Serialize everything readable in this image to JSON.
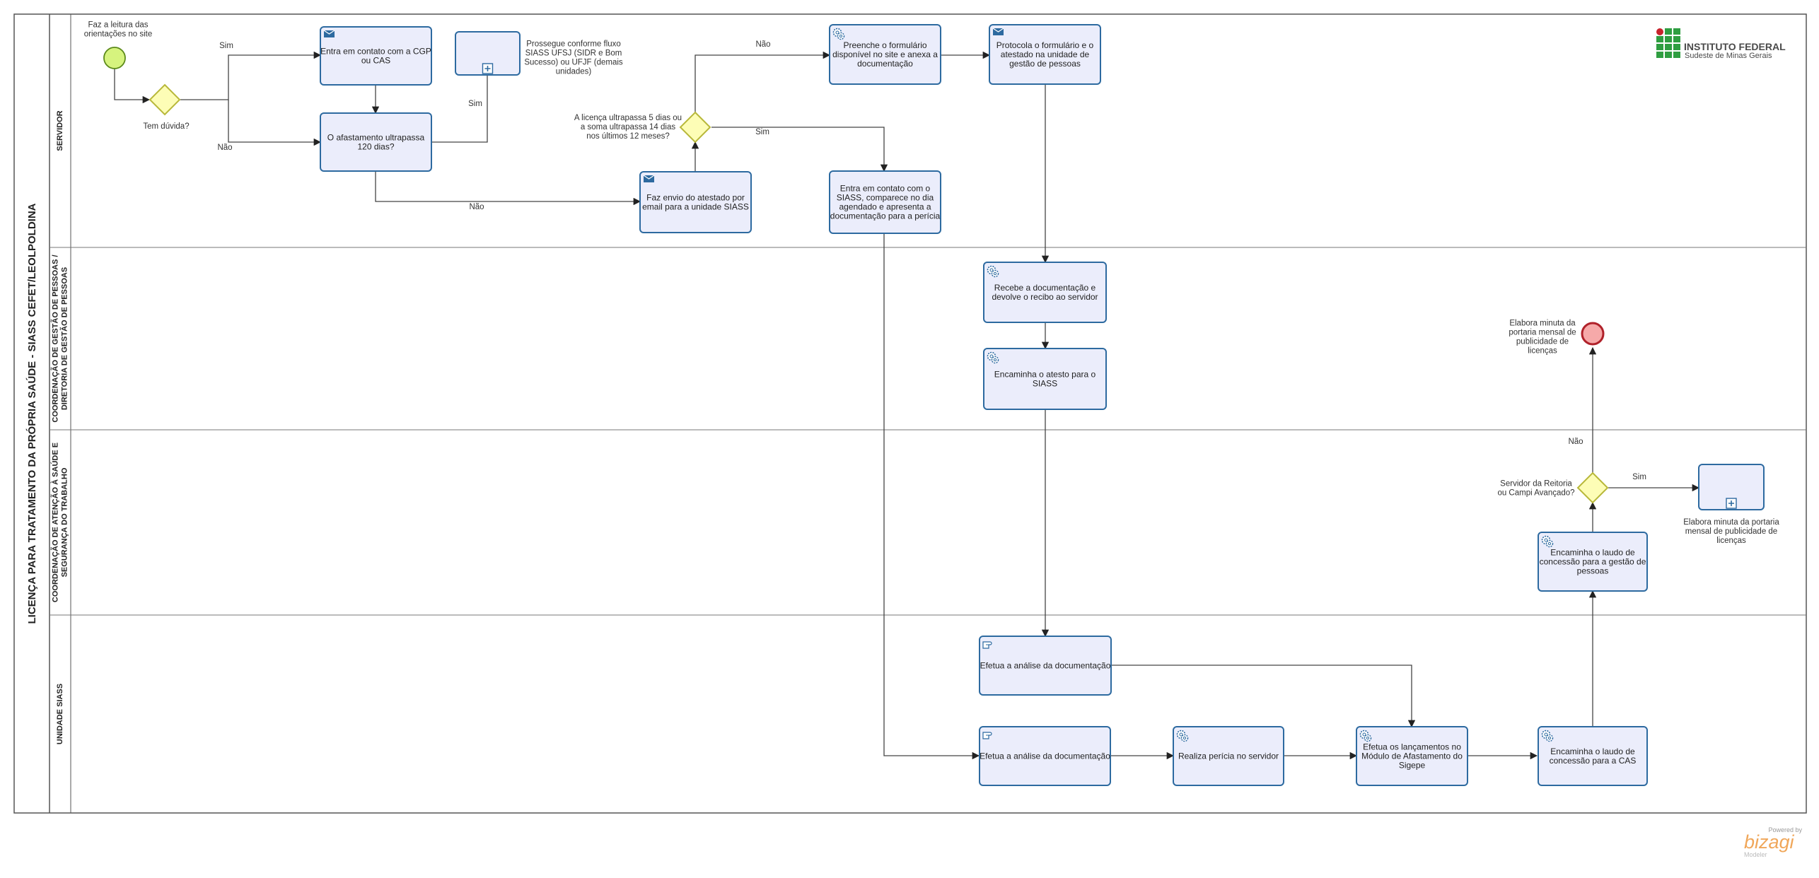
{
  "pool": {
    "title": "LICENÇA PARA TRATAMENTO DA PRÓPRIA SAÚDE - SIASS CEFET/LEOLPOLDINA"
  },
  "lanes": [
    {
      "id": "servidor",
      "lines": [
        "SERVIDOR"
      ]
    },
    {
      "id": "cgp",
      "lines": [
        "COORDENAÇÃO DE GESTÃO DE PESSOAS /",
        "DIRETORIA DE GESTÃO DE PESSOAS"
      ]
    },
    {
      "id": "cast",
      "lines": [
        "COORDENAÇÃO DE ATENÇÃO À SAÚDE E",
        "SEGURANÇA DO TRABALHO"
      ]
    },
    {
      "id": "siass",
      "lines": [
        "UNIDADE SIASS"
      ]
    }
  ],
  "logo": {
    "line1": "INSTITUTO FEDERAL",
    "line2": "Sudeste de Minas Gerais",
    "colors": {
      "red": "#c8232c",
      "green": "#2f9e41"
    }
  },
  "watermark": {
    "powered": "Powered by",
    "brand": "bizagi",
    "product": "Modeler"
  },
  "events": {
    "start": {
      "label": [
        "Faz a leitura das",
        "orientações no site"
      ]
    },
    "end": {
      "label": [
        "Elabora minuta da",
        "portaria mensal de",
        "publicidade de",
        "licenças"
      ]
    }
  },
  "gateways": {
    "g1": {
      "label": [
        "Tem dúvida?"
      ]
    },
    "g2": {
      "label": [
        "A licença ultrapassa 5 dias ou",
        "a soma ultrapassa 14 dias",
        "nos últimos 12 meses?"
      ]
    },
    "g3": {
      "label": [
        "Servidor da Reitoria",
        "ou Campi Avançado?"
      ]
    }
  },
  "tasks": {
    "t_cgp": {
      "type": "send",
      "lines": [
        "Entra em contato com a CGP",
        "ou CAS"
      ]
    },
    "t_120": {
      "type": "none",
      "lines": [
        "O afastamento ultrapassa",
        "120 dias?"
      ]
    },
    "t_sub1": {
      "type": "subprocess",
      "lines": []
    },
    "t_email": {
      "type": "send",
      "lines": [
        "Faz envio do atestado por",
        "email para a unidade SIASS"
      ]
    },
    "t_form": {
      "type": "service",
      "lines": [
        "Preenche o formulário",
        "disponível no site e anexa a",
        "documentação"
      ]
    },
    "t_proto": {
      "type": "send",
      "lines": [
        "Protocola o formulário e o",
        "atestado na unidade de",
        "gestão de pessoas"
      ]
    },
    "t_contato": {
      "type": "none",
      "lines": [
        "Entra em contato com o",
        "SIASS, comparece no dia",
        "agendado e apresenta a",
        "documentação para a perícia"
      ]
    },
    "t_recebe": {
      "type": "service",
      "lines": [
        "Recebe a documentação e",
        "devolve o recibo ao servidor"
      ]
    },
    "t_encam": {
      "type": "service",
      "lines": [
        "Encaminha o atesto para o",
        "SIASS"
      ]
    },
    "t_laudo_gp": {
      "type": "service",
      "lines": [
        "Encaminha o laudo de",
        "concessão para a gestão de",
        "pessoas"
      ]
    },
    "t_sub2": {
      "type": "subprocess",
      "lines": []
    },
    "t_anal1": {
      "type": "manual",
      "lines": [
        "Efetua a análise da documentação"
      ]
    },
    "t_anal2": {
      "type": "manual",
      "lines": [
        "Efetua a análise da documentação"
      ]
    },
    "t_pericia": {
      "type": "service",
      "lines": [
        "Realiza perícia no servidor"
      ]
    },
    "t_sigepe": {
      "type": "service",
      "lines": [
        "Efetua os lançamentos no",
        "Módulo de Afastamento do",
        "Sigepe"
      ]
    },
    "t_laudo_cas": {
      "type": "service",
      "lines": [
        "Encaminha o laudo de",
        "concessão para a CAS"
      ]
    }
  },
  "annotations": {
    "sub1": [
      "Prossegue conforme fluxo",
      "SIASS UFSJ (SIDR e Bom",
      "Sucesso) ou UFJF (demais",
      "unidades)"
    ],
    "sub2": [
      "Elabora minuta da portaria",
      "mensal de publicidade de",
      "licenças"
    ]
  },
  "flow_labels": {
    "sim1": "Sim",
    "nao1": "Não",
    "sim2": "Sim",
    "nao2": "Não",
    "nao3": "Não",
    "sim3": "Sim",
    "nao4": "Não",
    "sim4": "Sim"
  }
}
